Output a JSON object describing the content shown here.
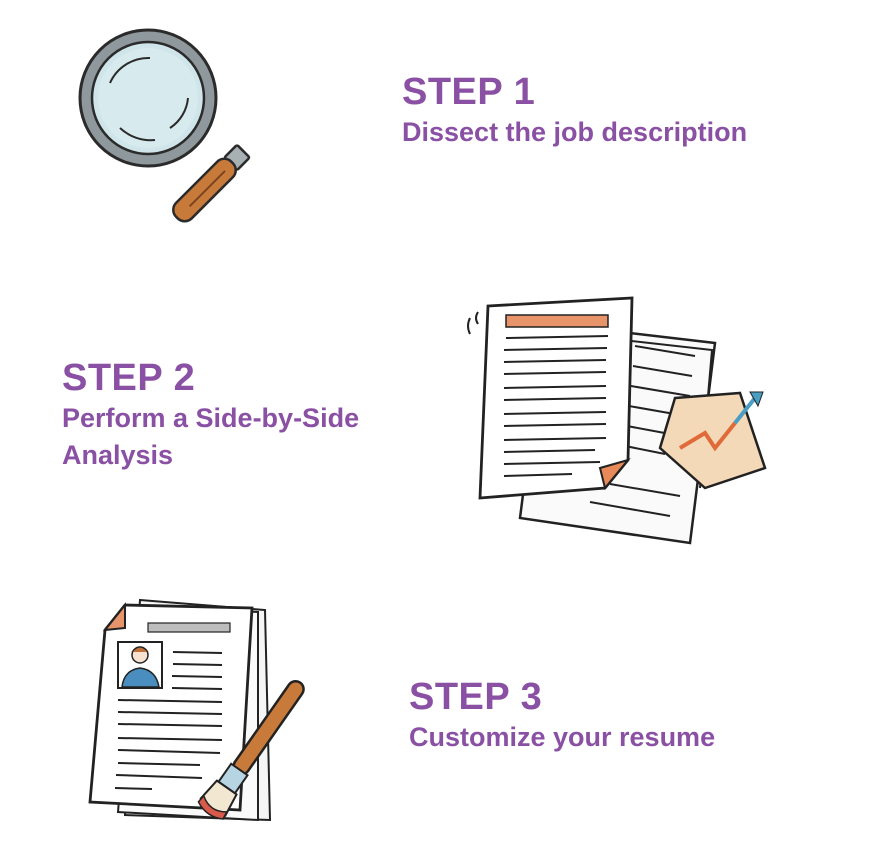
{
  "steps": [
    {
      "number": "STEP 1",
      "description": "Dissect the job description",
      "illustration": "magnifying-glass-icon"
    },
    {
      "number": "STEP 2",
      "description_line1": "Perform a Side-by-Side",
      "description_line2": "Analysis",
      "illustration": "documents-chart-icon"
    },
    {
      "number": "STEP 3",
      "description": "Customize your resume",
      "illustration": "resume-paintbrush-icon"
    }
  ],
  "colors": {
    "accent": "#8a50a4",
    "background": "#ffffff"
  }
}
